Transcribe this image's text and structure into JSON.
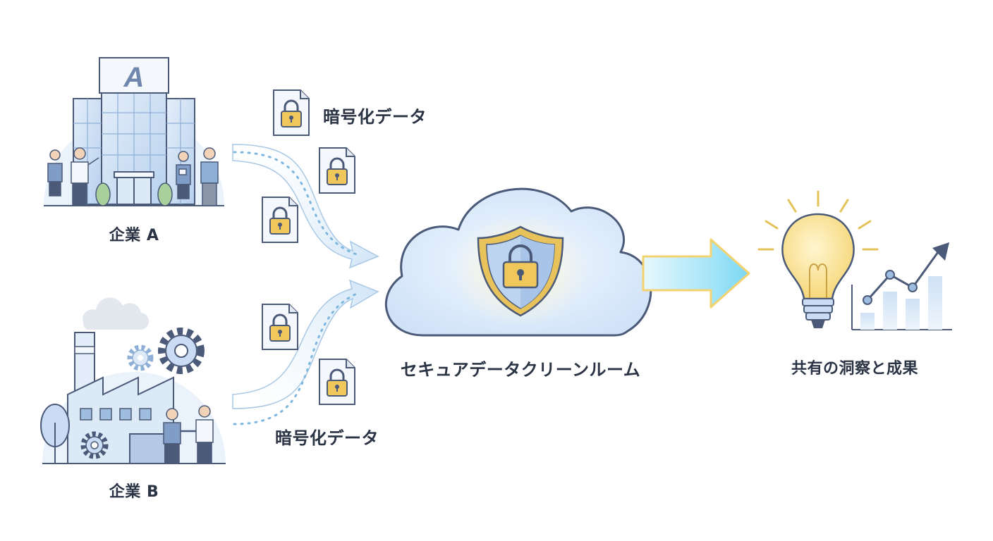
{
  "companies": {
    "a": {
      "label": "企業 A",
      "logo_letter": "A"
    },
    "b": {
      "label": "企業 B"
    }
  },
  "encrypted_data": {
    "top_label": "暗号化データ",
    "bottom_label": "暗号化データ"
  },
  "clean_room": {
    "label": "セキュアデータクリーンルーム"
  },
  "result": {
    "label": "共有の洞察と成果"
  },
  "colors": {
    "outline": "#4a5a78",
    "building_glass": "#c9dcf3",
    "cloud_fill": "#dcebfb",
    "shield_gold": "#e8c25a",
    "lock_gold": "#f0c75a",
    "arrow_cyan": "#9fe3f7",
    "bulb_yellow": "#fbe7a0",
    "flow_dots": "#7db7e0"
  }
}
